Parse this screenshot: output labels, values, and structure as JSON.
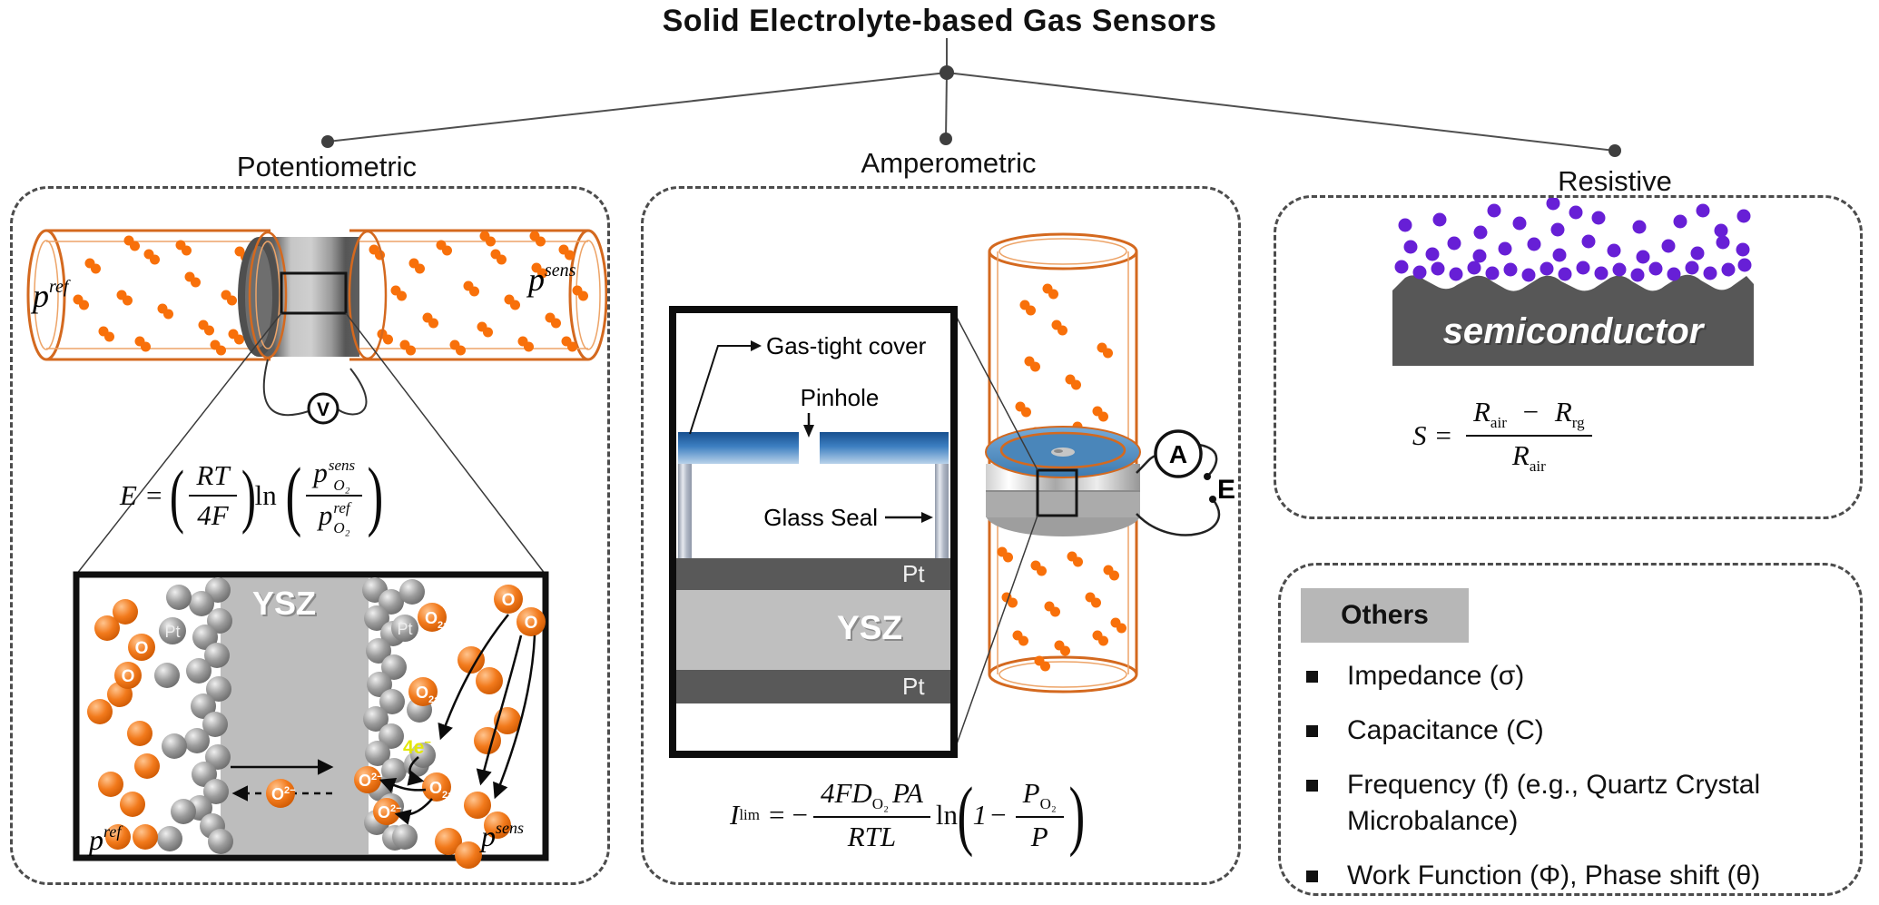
{
  "title": "Solid Electrolyte-based Gas Sensors",
  "categories": [
    {
      "label": "Potentiometric"
    },
    {
      "label": "Amperometric"
    },
    {
      "label": "Resistive"
    }
  ],
  "potentiometric": {
    "tube_left": {
      "base": "p",
      "sup": "ref"
    },
    "tube_right": {
      "base": "p",
      "sup": "sens"
    },
    "voltmeter": "V",
    "equation": {
      "lhs": "E",
      "equals": "=",
      "num": "RT",
      "den": "4F",
      "op": "ln",
      "p": "p",
      "sub": "O₂",
      "sup_top": "sens",
      "sup_bottom": "ref"
    },
    "inset": {
      "ysz": "YSZ",
      "pt_left": "Pt",
      "pt_right": "Pt",
      "o": "O",
      "o2ad_base": "O",
      "o2ad_sub": "2ad",
      "ion_base": "O",
      "ion_sup": "2−",
      "electrons_base": "4e",
      "electrons_sup": "−",
      "p_ref": {
        "base": "p",
        "sup": "ref"
      },
      "p_sens": {
        "base": "p",
        "sup": "sens"
      }
    }
  },
  "amperometric": {
    "labels": {
      "gas_tight_cover": "Gas-tight cover",
      "pinhole": "Pinhole",
      "glass_seal": "Glass Seal",
      "pt_top": "Pt",
      "ysz": "YSZ",
      "pt_bottom": "Pt"
    },
    "ammeter": "A",
    "electrode": "E",
    "equation": {
      "lhs": "I",
      "lhs_sub": "lim",
      "equals": "=",
      "minus": "−",
      "num_a": "4FD",
      "num_sub": "O₂",
      "num_b": "PA",
      "den": "RTL",
      "op": "ln",
      "one": "1",
      "minus2": "−",
      "pnum": "P",
      "pnum_sub": "O₂",
      "pden": "P"
    }
  },
  "resistive": {
    "semiconductor": "semiconductor",
    "equation": {
      "lhs": "S",
      "equals": "=",
      "num_a": "R",
      "num_a_sub": "air",
      "minus": "−",
      "num_b": "R",
      "num_b_sub": "rg",
      "den": "R",
      "den_sub": "air"
    }
  },
  "others": {
    "header": "Others",
    "items": [
      "Impedance (σ)",
      "Capacitance (C)",
      "Frequency (f) (e.g., Quartz Crystal Microbalance)",
      "Work Function (Φ), Phase shift (θ)"
    ]
  },
  "colors": {
    "tube_orange": "#d4691f",
    "molecule_orange": "#f8700a",
    "purple": "#671fd6",
    "dashed_border": "#4c4c4c",
    "cover_blue": "#1a5796",
    "gray_dark": "#595959",
    "gray_light": "#bfbfbf"
  }
}
